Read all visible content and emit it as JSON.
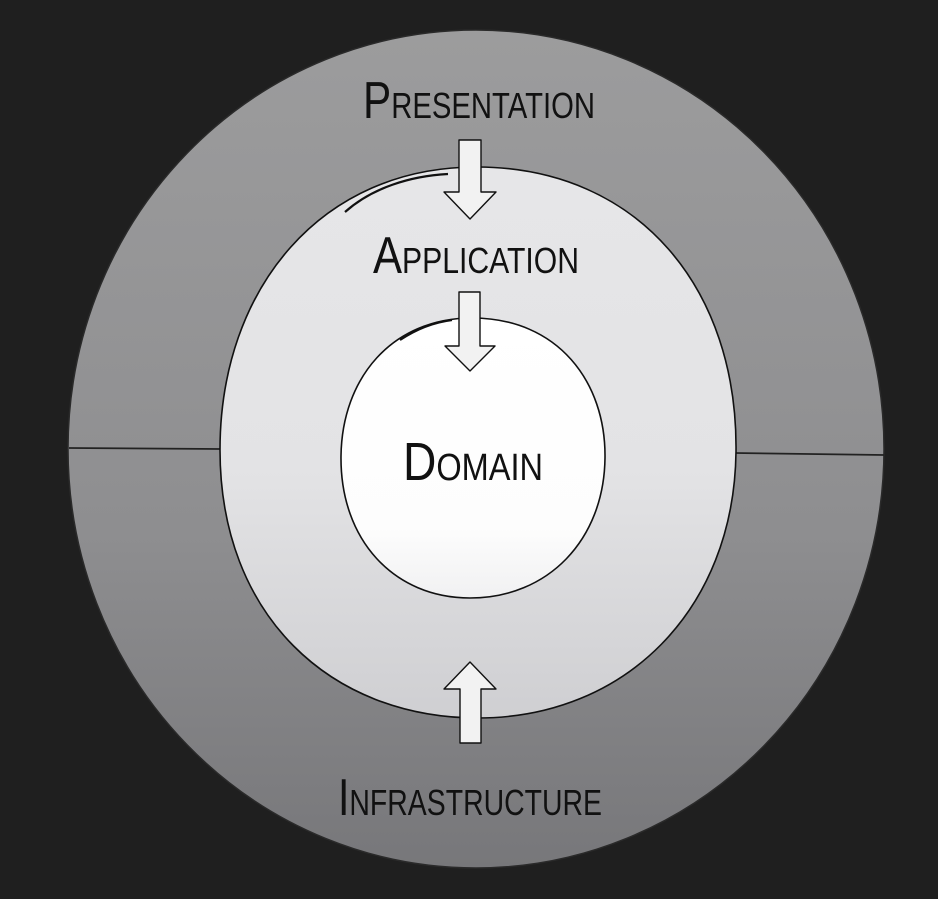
{
  "diagram": {
    "title": "",
    "layers": {
      "presentation": "Presentation",
      "application": "Application",
      "domain": "Domain",
      "infrastructure": "Infrastructure"
    },
    "colors": {
      "background": "#1f1f1f",
      "outer_ring_top": "#9a9a9b",
      "outer_ring_bottom": "#7c7c7e",
      "middle_ring": "#e4e4e6",
      "inner_core": "#ffffff",
      "outline": "#111111",
      "arrow_fill": "#f2f2f2"
    }
  }
}
